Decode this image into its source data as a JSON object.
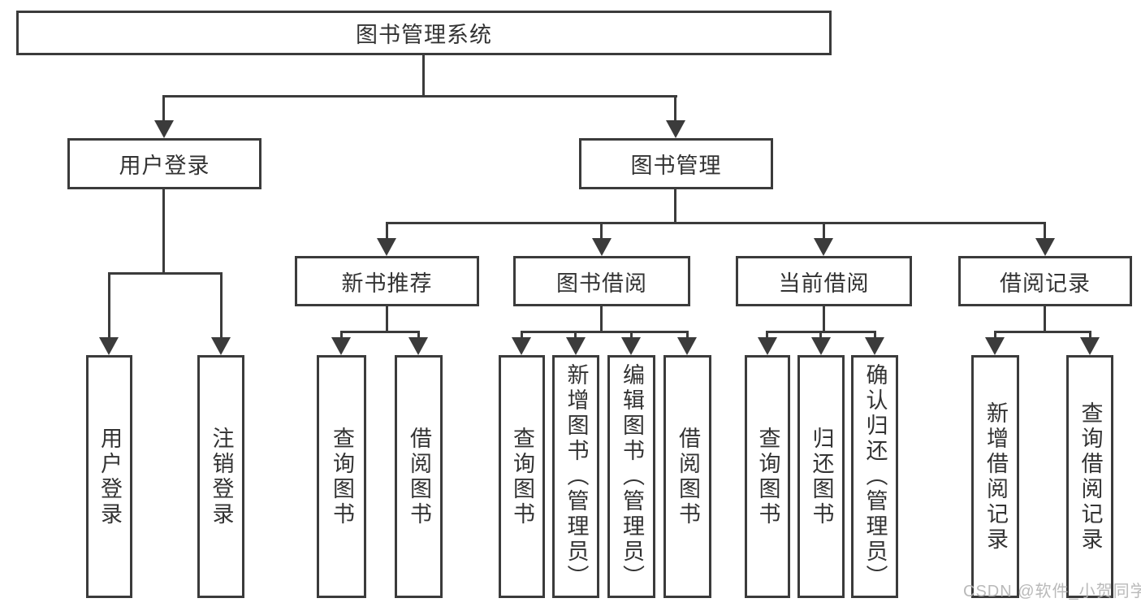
{
  "tree": {
    "label": "图书管理系统",
    "children": [
      {
        "label": "用户登录",
        "children": [
          {
            "label": "用户登录"
          },
          {
            "label": "注销登录"
          }
        ]
      },
      {
        "label": "图书管理",
        "children": [
          {
            "label": "新书推荐",
            "children": [
              {
                "label": "查询图书"
              },
              {
                "label": "借阅图书"
              }
            ]
          },
          {
            "label": "图书借阅",
            "children": [
              {
                "label": "查询图书"
              },
              {
                "label": "新增图书（管理员）"
              },
              {
                "label": "编辑图书（管理员）"
              },
              {
                "label": "借阅图书"
              }
            ]
          },
          {
            "label": "当前借阅",
            "children": [
              {
                "label": "查询图书"
              },
              {
                "label": "归还图书"
              },
              {
                "label": "确认归还（管理员）"
              }
            ]
          },
          {
            "label": "借阅记录",
            "children": [
              {
                "label": "新增借阅记录"
              },
              {
                "label": "查询借阅记录"
              }
            ]
          }
        ]
      }
    ]
  },
  "watermark": "CSDN @软件_小贺同学",
  "colors": {
    "line": "#3b3b3b",
    "text": "#333333",
    "background": "#ffffff",
    "watermark": "#b4b4b4"
  }
}
